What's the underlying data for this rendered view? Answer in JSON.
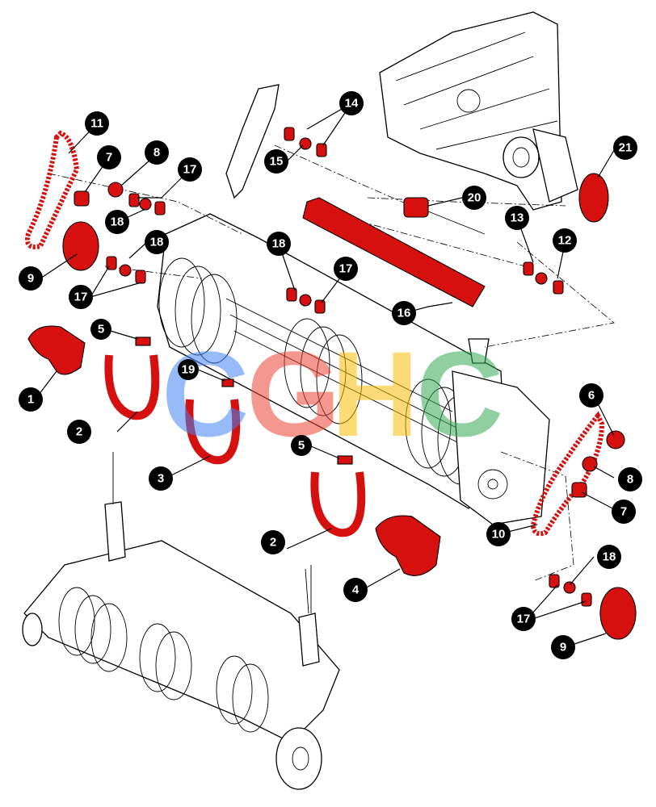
{
  "callouts": [
    {
      "label": "1"
    },
    {
      "label": "2"
    },
    {
      "label": "2"
    },
    {
      "label": "3"
    },
    {
      "label": "4"
    },
    {
      "label": "5"
    },
    {
      "label": "5"
    },
    {
      "label": "6"
    },
    {
      "label": "7"
    },
    {
      "label": "7"
    },
    {
      "label": "8"
    },
    {
      "label": "8"
    },
    {
      "label": "9"
    },
    {
      "label": "9"
    },
    {
      "label": "10"
    },
    {
      "label": "11"
    },
    {
      "label": "12"
    },
    {
      "label": "13"
    },
    {
      "label": "14"
    },
    {
      "label": "15"
    },
    {
      "label": "16"
    },
    {
      "label": "17"
    },
    {
      "label": "17"
    },
    {
      "label": "17"
    },
    {
      "label": "17"
    },
    {
      "label": "18"
    },
    {
      "label": "18"
    },
    {
      "label": "18"
    },
    {
      "label": "18"
    },
    {
      "label": "19"
    },
    {
      "label": "20"
    },
    {
      "label": "21"
    }
  ],
  "watermark": {
    "text": "CGHC",
    "colors": [
      "#4285f4",
      "#ea4335",
      "#fbbc05",
      "#34a853"
    ]
  },
  "colors": {
    "highlight_part": "#d60f0f",
    "outline": "#000000",
    "background": "#ffffff"
  }
}
